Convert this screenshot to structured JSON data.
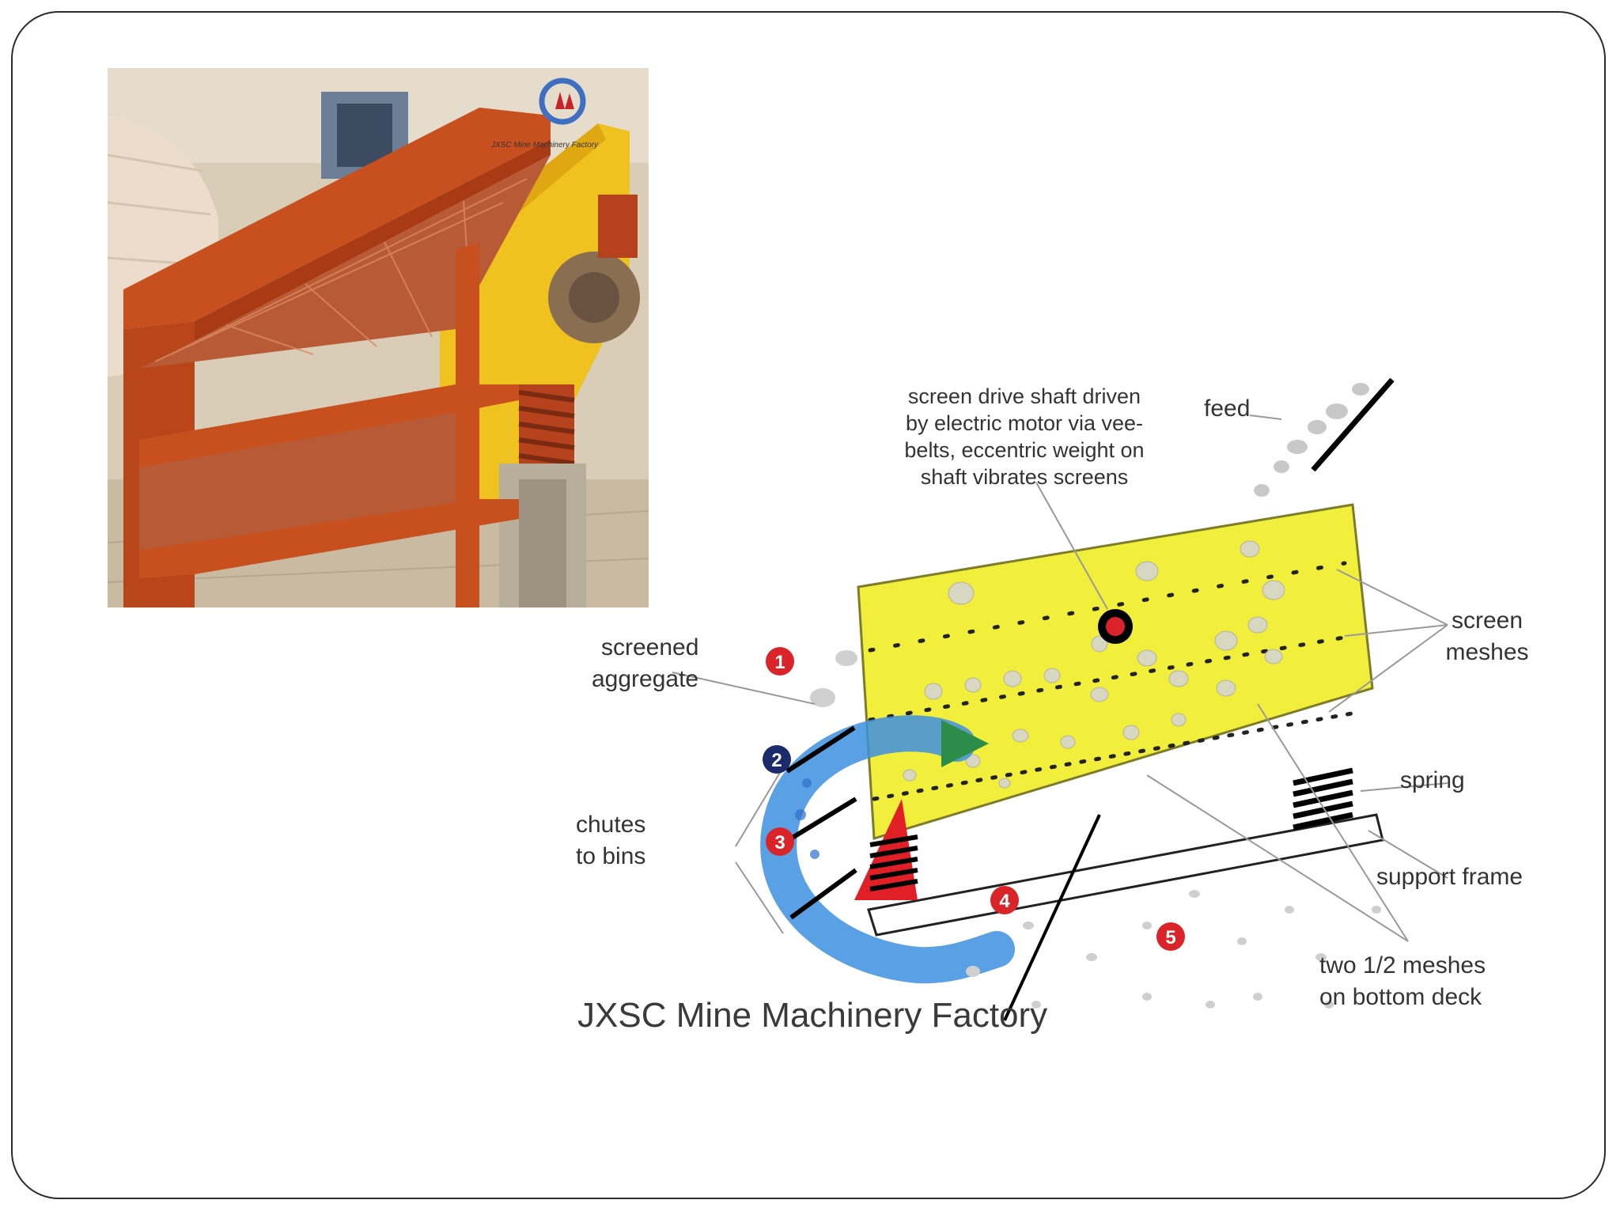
{
  "photo": {
    "watermark": "JXSC Mine Machinery Factory"
  },
  "diagram": {
    "labels": {
      "drive_line1": "screen drive shaft driven",
      "drive_line2": "by electric motor via vee-",
      "drive_line3": "belts, eccentric weight on",
      "drive_line4": "shaft vibrates screens",
      "feed": "feed",
      "screen_line1": "screen",
      "screen_line2": "meshes",
      "screened_line1": "screened",
      "screened_line2": "aggregate",
      "spring": "spring",
      "chutes_line1": "chutes",
      "chutes_line2": "to bins",
      "support": "support frame",
      "two_line1": "two 1/2 meshes",
      "two_line2": "on bottom deck"
    },
    "markers": [
      "1",
      "2",
      "3",
      "4",
      "5"
    ],
    "footer": "JXSC Mine Machinery Factory"
  },
  "colors": {
    "box_yellow": "#f2ef3c",
    "marker_red": "#d9252a",
    "marker_navy": "#1b2a6b",
    "arrow_blue": "#3d8fe0",
    "frame_orange": "#c8501e",
    "frame_yellow": "#f0c21f"
  }
}
